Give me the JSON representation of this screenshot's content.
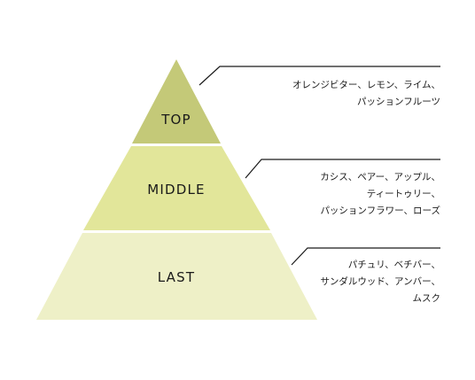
{
  "pyramid": {
    "tiers": [
      {
        "label": "TOP",
        "color": "#c4c978"
      },
      {
        "label": "MIDDLE",
        "color": "#e2e69a"
      },
      {
        "label": "LAST",
        "color": "#eef0c7"
      }
    ]
  },
  "notes": {
    "top": [
      "オレンジビター、レモン、ライム、",
      "パッションフルーツ"
    ],
    "middle": [
      "カシス、ペアー、アップル、",
      "ティートゥリー、",
      "パッションフラワー、ローズ"
    ],
    "last": [
      "パチュリ、ベチバー、",
      "サンダルウッド、アンバー、",
      "ムスク"
    ]
  },
  "line_color": "#1a1a1a"
}
